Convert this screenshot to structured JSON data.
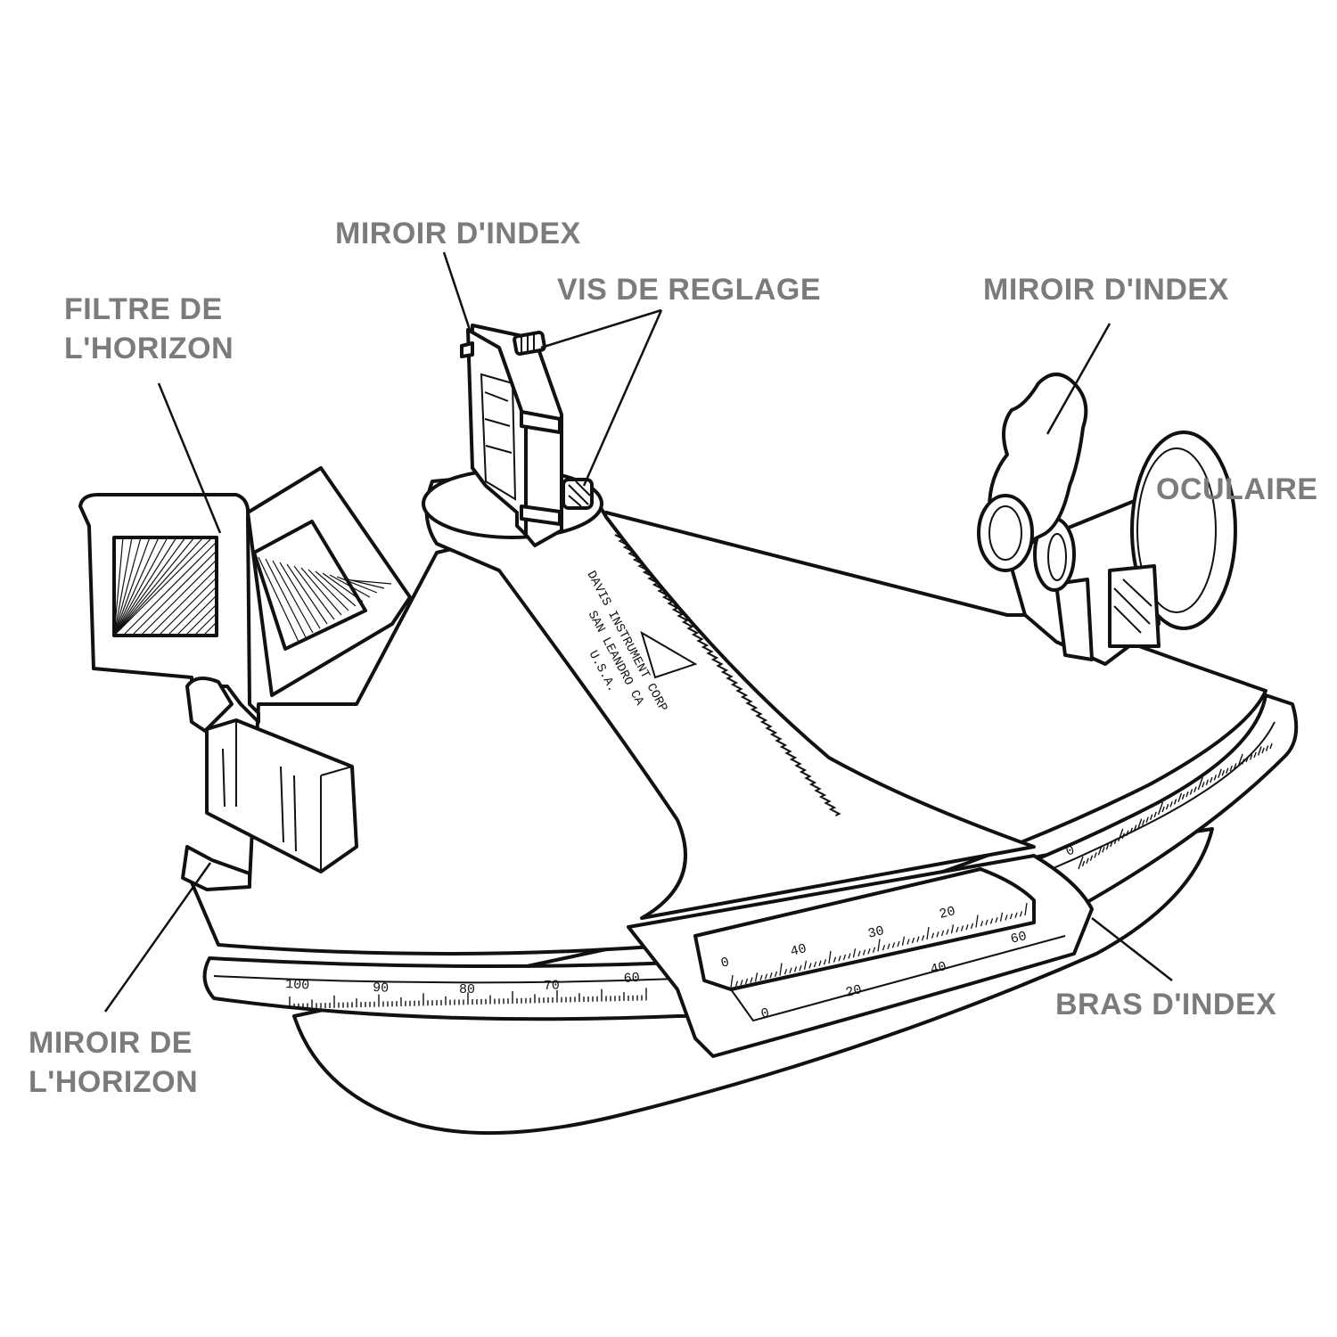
{
  "labels": {
    "miroir_index_top": "MIROIR D'INDEX",
    "vis_de_reglage": "VIS DE REGLAGE",
    "miroir_index_right": "MIROIR D'INDEX",
    "filtre_line1": "FILTRE DE",
    "filtre_line2": "L'HORIZON",
    "oculaire": "OCULAIRE",
    "bras_index": "BRAS D'INDEX",
    "miroir_horizon_line1": "MIROIR DE",
    "miroir_horizon_line2": "L'HORIZON"
  },
  "arc_scale": [
    "100",
    "90",
    "80",
    "70",
    "60",
    "0"
  ],
  "vernier_top": [
    "0",
    "40",
    "30",
    "20",
    "60"
  ],
  "vernier_bottom": [
    "0",
    "20",
    "40"
  ],
  "maker_mark": [
    "DAVIS INSTRUMENT CORP",
    "SAN LEANDRO CA",
    "U.S.A."
  ],
  "colors": {
    "label": "#7b7b7b",
    "ink": "#111111"
  }
}
